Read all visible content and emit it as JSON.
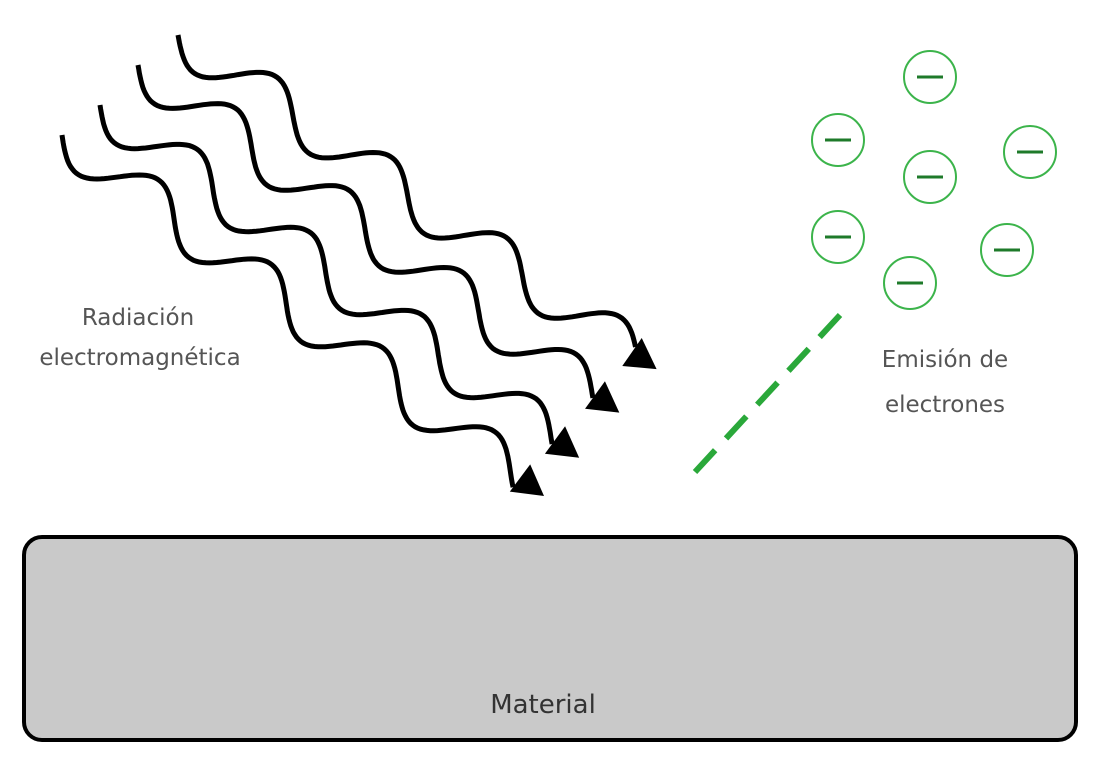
{
  "labels": {
    "radiation_line1": "Radiación",
    "radiation_line2": "electromagnética",
    "emission_line1": "Emisión de",
    "emission_line2": "electrones",
    "material": "Material"
  },
  "electron_symbol": "−",
  "electron_count": 7,
  "wave_count": 4,
  "colors": {
    "electron": "#3cb44b",
    "wave": "#000000",
    "material_fill": "#c9c9c9",
    "material_stroke": "#000000",
    "text": "#555555"
  }
}
